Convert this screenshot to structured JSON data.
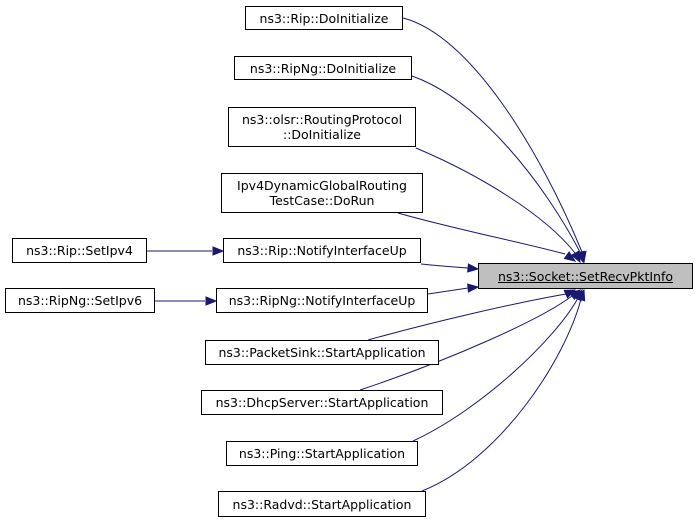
{
  "colors": {
    "edge": "#191970",
    "node_border": "#000000",
    "target_fill": "#bfbfbf",
    "node_fill": "#ffffff"
  },
  "nodes": {
    "target": {
      "label": "ns3::Socket::SetRecvPktInfo"
    },
    "rip_doinit": {
      "label": "ns3::Rip::DoInitialize"
    },
    "ripng_doinit": {
      "label": "ns3::RipNg::DoInitialize"
    },
    "olsr_doinit": {
      "label": "ns3::olsr::RoutingProtocol\n::DoInitialize"
    },
    "ipv4dyn": {
      "label": "Ipv4DynamicGlobalRouting\nTestCase::DoRun"
    },
    "rip_notify": {
      "label": "ns3::Rip::NotifyInterfaceUp"
    },
    "ripng_notify": {
      "label": "ns3::RipNg::NotifyInterfaceUp"
    },
    "packetsink": {
      "label": "ns3::PacketSink::StartApplication"
    },
    "dhcpserver": {
      "label": "ns3::DhcpServer::StartApplication"
    },
    "ping": {
      "label": "ns3::Ping::StartApplication"
    },
    "radvd": {
      "label": "ns3::Radvd::StartApplication"
    },
    "rip_setipv4": {
      "label": "ns3::Rip::SetIpv4"
    },
    "ripng_setipv6": {
      "label": "ns3::RipNg::SetIpv6"
    }
  },
  "edges": [
    {
      "from": "rip_doinit",
      "to": "target"
    },
    {
      "from": "ripng_doinit",
      "to": "target"
    },
    {
      "from": "olsr_doinit",
      "to": "target"
    },
    {
      "from": "ipv4dyn",
      "to": "target"
    },
    {
      "from": "rip_notify",
      "to": "target"
    },
    {
      "from": "ripng_notify",
      "to": "target"
    },
    {
      "from": "packetsink",
      "to": "target"
    },
    {
      "from": "dhcpserver",
      "to": "target"
    },
    {
      "from": "ping",
      "to": "target"
    },
    {
      "from": "radvd",
      "to": "target"
    },
    {
      "from": "rip_setipv4",
      "to": "rip_notify"
    },
    {
      "from": "ripng_setipv6",
      "to": "ripng_notify"
    }
  ]
}
